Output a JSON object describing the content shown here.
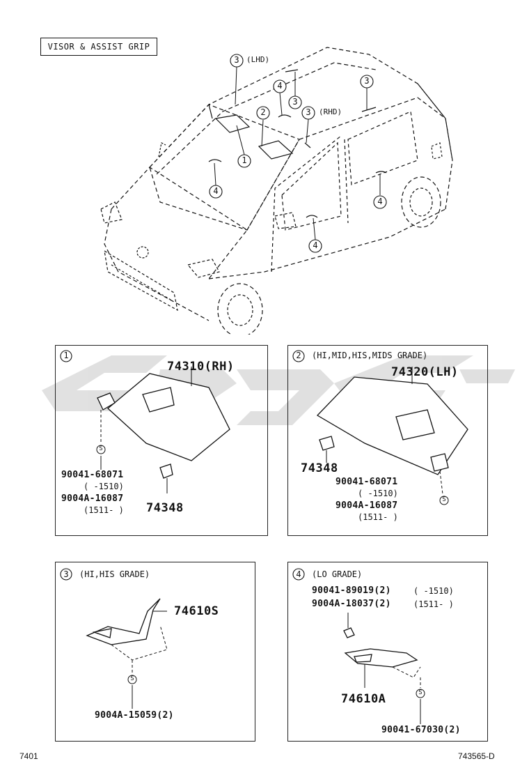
{
  "title": "VISOR & ASSIST GRIP",
  "callouts": {
    "c1": "1",
    "c2": "2",
    "c3": "3",
    "c4": "4",
    "lhd": "(LHD)",
    "rhd": "(RHD)"
  },
  "panel1": {
    "number": "1",
    "part_main": "74310(RH)",
    "screw_part": "90041-68071",
    "screw_range1": "(      -1510)",
    "screw_part2": "9004A-16087",
    "screw_range2": "(1511-      )",
    "holder": "74348",
    "screw_symbol": "S"
  },
  "panel2": {
    "number": "2",
    "grade": "(HI,MID,HIS,MIDS GRADE)",
    "part_main": "74320(LH)",
    "holder": "74348",
    "screw_part": "90041-68071",
    "screw_range1": "(      -1510)",
    "screw_part2": "9004A-16087",
    "screw_range2": "(1511-      )",
    "screw_symbol": "S"
  },
  "panel3": {
    "number": "3",
    "grade": "(HI,HIS GRADE)",
    "part_main": "74610S",
    "screw_part": "9004A-15059(2)",
    "screw_symbol": "S"
  },
  "panel4": {
    "number": "4",
    "grade": "(LO GRADE)",
    "clip_part1": "90041-89019(2)",
    "clip_range1": "(      -1510)",
    "clip_part2": "9004A-18037(2)",
    "clip_range2": "(1511-      )",
    "part_main": "74610A",
    "screw_part": "90041-67030(2)",
    "screw_symbol": "S"
  },
  "footer": {
    "left": "7401",
    "right": "743565-D"
  }
}
